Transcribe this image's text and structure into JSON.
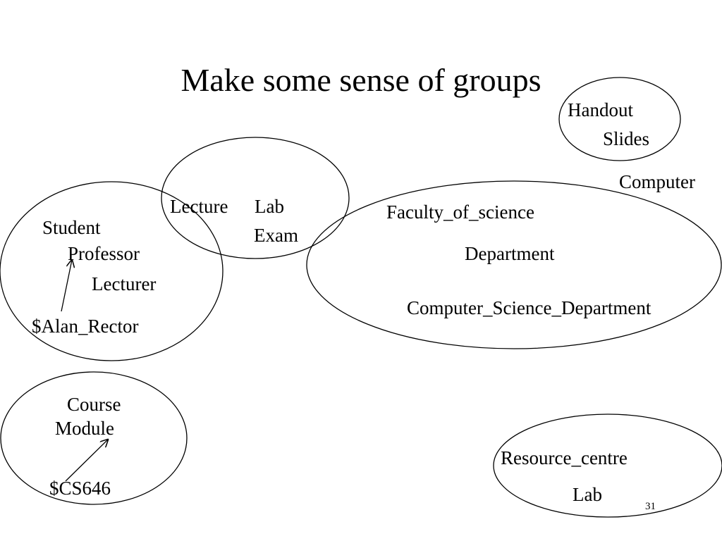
{
  "slide": {
    "title": "Make some sense of groups",
    "page_number": "31"
  },
  "groups": {
    "people": {
      "student": "Student",
      "professor": "Professor",
      "lecturer": "Lecturer",
      "instance": "$Alan_Rector"
    },
    "teaching": {
      "lecture": "Lecture",
      "lab": "Lab",
      "exam": "Exam"
    },
    "materials": {
      "handout": "Handout",
      "slides": "Slides"
    },
    "standalone": {
      "computer": "Computer"
    },
    "organisation": {
      "faculty": "Faculty_of_science",
      "department": "Department",
      "cs_department": "Computer_Science_Department"
    },
    "courses": {
      "course": "Course",
      "module": "Module",
      "instance": "$CS646"
    },
    "resources": {
      "resource_centre": "Resource_centre",
      "lab": "Lab"
    }
  }
}
